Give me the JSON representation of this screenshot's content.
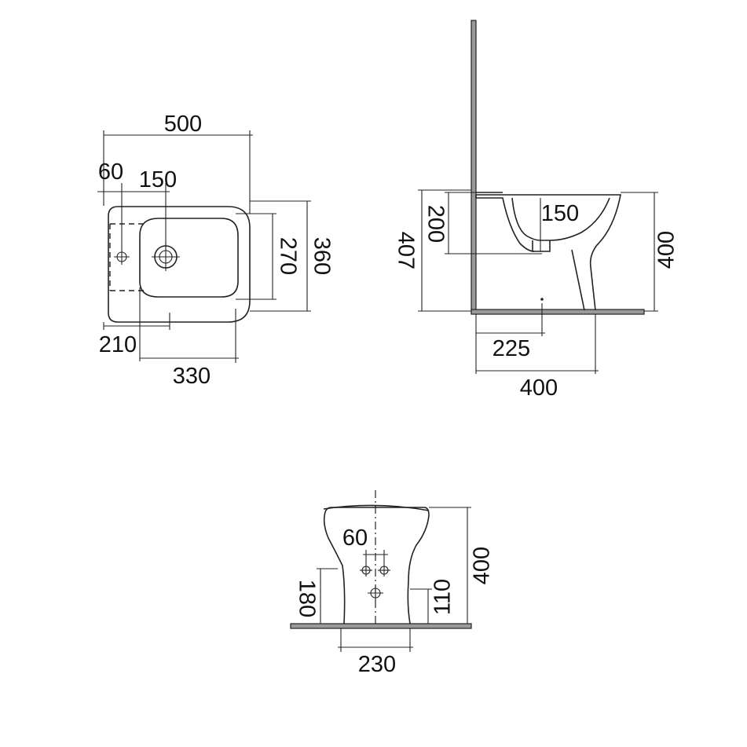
{
  "top_view": {
    "width_500": "500",
    "offset_60": "60",
    "spacing_150": "150",
    "depth_270": "270",
    "depth_360": "360",
    "offset_210": "210",
    "length_330": "330"
  },
  "side_view": {
    "height_200": "200",
    "height_407": "407",
    "spacing_150": "150",
    "height_400": "400",
    "distance_225": "225",
    "depth_400": "400"
  },
  "front_view": {
    "spacing_60": "60",
    "height_400": "400",
    "height_180": "180",
    "height_110": "110",
    "width_230": "230"
  }
}
